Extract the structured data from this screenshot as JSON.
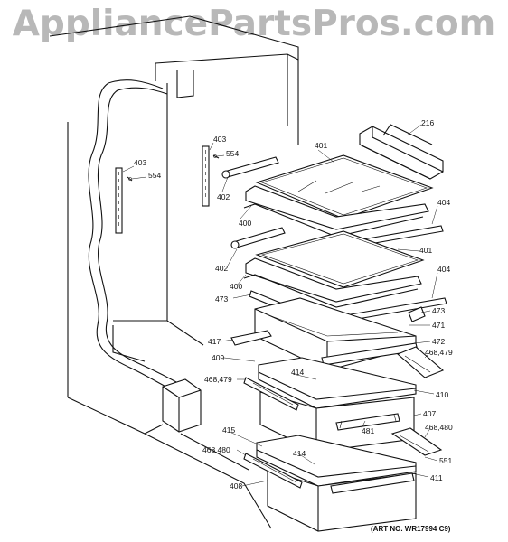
{
  "watermark": "AppliancePartsPros.com",
  "art_number": "(ART NO. WR17994 C9)",
  "callouts": [
    {
      "id": "c216",
      "text": "216"
    },
    {
      "id": "c401a",
      "text": "401"
    },
    {
      "id": "c403a",
      "text": "403"
    },
    {
      "id": "c554a",
      "text": "554"
    },
    {
      "id": "c403b",
      "text": "403"
    },
    {
      "id": "c554b",
      "text": "554"
    },
    {
      "id": "c402a",
      "text": "402"
    },
    {
      "id": "c404a",
      "text": "404"
    },
    {
      "id": "c400a",
      "text": "400"
    },
    {
      "id": "c401b",
      "text": "401"
    },
    {
      "id": "c402b",
      "text": "402"
    },
    {
      "id": "c404b",
      "text": "404"
    },
    {
      "id": "c400b",
      "text": "400"
    },
    {
      "id": "c473a",
      "text": "473"
    },
    {
      "id": "c473b",
      "text": "473"
    },
    {
      "id": "c471",
      "text": "471"
    },
    {
      "id": "c472",
      "text": "472"
    },
    {
      "id": "c417",
      "text": "417"
    },
    {
      "id": "c468a",
      "text": "468,479"
    },
    {
      "id": "c409",
      "text": "409"
    },
    {
      "id": "c414a",
      "text": "414"
    },
    {
      "id": "c468b",
      "text": "468,479"
    },
    {
      "id": "c410",
      "text": "410"
    },
    {
      "id": "c407",
      "text": "407"
    },
    {
      "id": "c481",
      "text": "481"
    },
    {
      "id": "c415",
      "text": "415"
    },
    {
      "id": "c468c",
      "text": "468,480"
    },
    {
      "id": "c468d",
      "text": "468,480"
    },
    {
      "id": "c414b",
      "text": "414"
    },
    {
      "id": "c551",
      "text": "551"
    },
    {
      "id": "c411",
      "text": "411"
    },
    {
      "id": "c408",
      "text": "408"
    }
  ]
}
